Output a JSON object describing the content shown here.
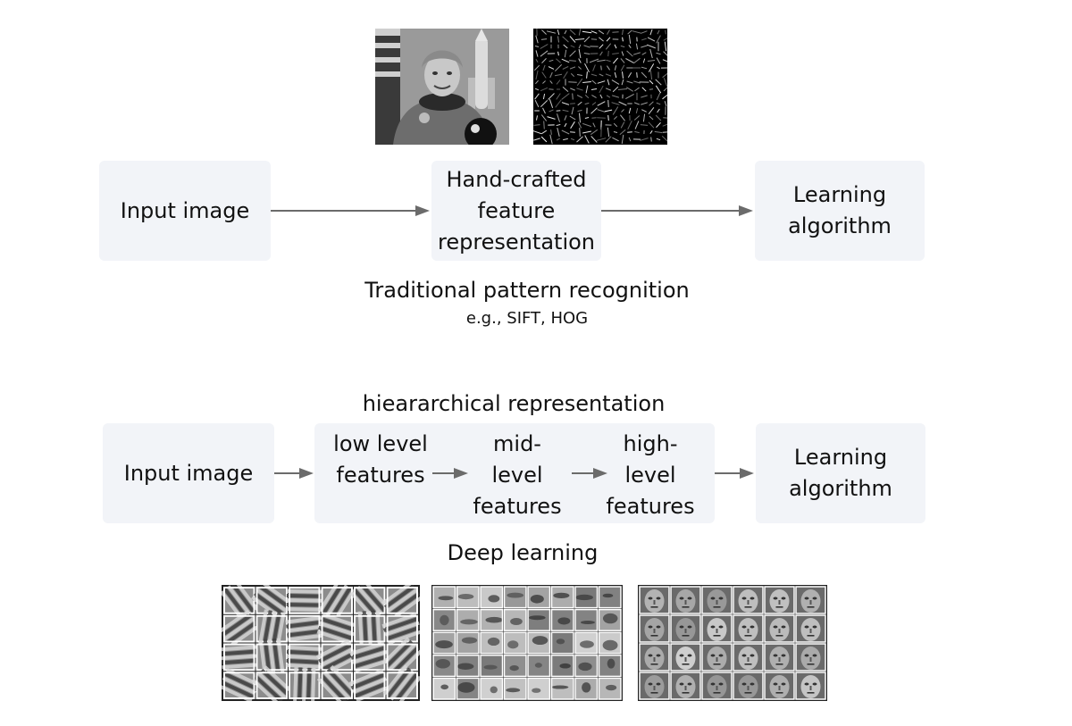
{
  "top": {
    "input_label": "Input image",
    "feature_label": "Hand-crafted feature representation",
    "learning_label": "Learning algorithm",
    "title": "Traditional pattern recognition",
    "subtitle": "e.g., SIFT, HOG"
  },
  "bottom": {
    "group_title": "hieararchical representation",
    "input_label": "Input image",
    "low_label": "low level features",
    "mid_label": "mid-level features",
    "high_label": "high-level features",
    "learning_label": "Learning algorithm",
    "title": "Deep learning"
  },
  "colors": {
    "box_fill": "#f2f4f8",
    "arrow": "#6b6b6b"
  },
  "icons": [
    "astronaut-photo",
    "hog-feature-map",
    "edge-filters-grid",
    "face-parts-grid",
    "faces-grid"
  ]
}
